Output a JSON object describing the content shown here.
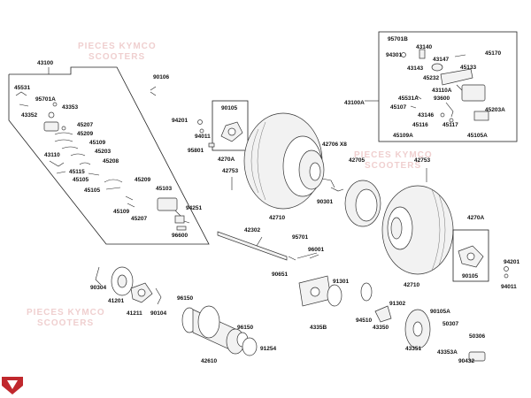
{
  "watermark": {
    "line1": "PIECES KYMCO",
    "line2": "SCOOTERS"
  },
  "brand_color": "#c0282d",
  "labels": {
    "p43100": "43100",
    "p45531": "45531",
    "p95701A": "95701A",
    "p43353": "43353",
    "p43352": "43352",
    "p45207a": "45207",
    "p45209a": "45209",
    "p45109a": "45109",
    "p45203a": "45203",
    "p43110": "43110",
    "p45208": "45208",
    "p45115": "45115",
    "p45105a": "45105",
    "p45209b": "45209",
    "p45103": "45103",
    "p45109b": "45109",
    "p45207b": "45207",
    "p94251": "94251",
    "p96600": "96600",
    "p90106": "90106",
    "p94201a": "94201",
    "p90105a": "90105",
    "p94011a": "94011",
    "p4270Aa": "4270A",
    "p95801": "95801",
    "p42753a": "42753",
    "p42706": "42706 X8",
    "p42705": "42705",
    "p42710a": "42710",
    "p90301": "90301",
    "p42753b": "42753",
    "p42302": "42302",
    "p95701": "95701",
    "p96001": "96001",
    "p90651": "90651",
    "p42710b": "42710",
    "p4270Ab": "4270A",
    "p90105b": "90105",
    "p94201b": "94201",
    "p94011b": "94011",
    "p95701B": "95701B",
    "p94301": "94301",
    "p43140": "43140",
    "p43147": "43147",
    "p45170": "45170",
    "p43143": "43143",
    "p45133": "45133",
    "p45232": "45232",
    "p43110A": "43110A",
    "p43100A": "43100A",
    "p45531A": "45531A",
    "p93600": "93600",
    "p45107": "45107",
    "p45203A": "45203A",
    "p43146": "43146",
    "p45116": "45116",
    "p45117": "45117",
    "p45109A": "45109A",
    "p45105A": "45105A",
    "p90304": "90304",
    "p41201": "41201",
    "p41211": "41211",
    "p90104": "90104",
    "p96150a": "96150",
    "p96150b": "96150",
    "p42610": "42610",
    "p91254": "91254",
    "p91301": "91301",
    "p4335B": "4335B",
    "p94510": "94510",
    "p91302": "91302",
    "p43350": "43350",
    "p90105A": "90105A",
    "p50307": "50307",
    "p43351": "43351",
    "p50306": "50306",
    "p43353A": "43353A",
    "p90432": "90432"
  }
}
